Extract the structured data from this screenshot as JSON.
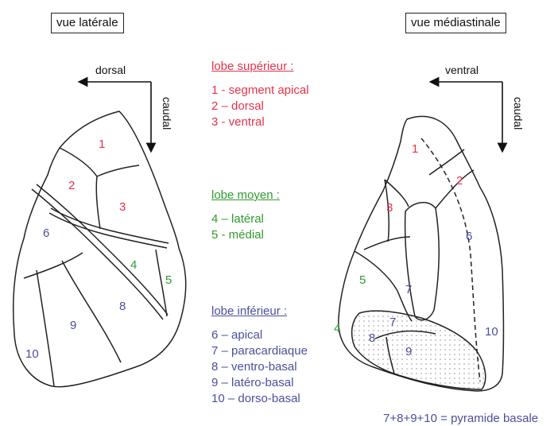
{
  "views": {
    "lateral": "vue latérale",
    "mediastinal": "vue médiastinale"
  },
  "axes": {
    "left": {
      "horizontal": "dorsal",
      "vertical": "caudal"
    },
    "right": {
      "horizontal": "ventral",
      "vertical": "caudal"
    }
  },
  "colors": {
    "superior": "#e8324a",
    "middle": "#2f9b2f",
    "inferior": "#4a4f9e"
  },
  "legend": {
    "superior": {
      "title": "lobe supérieur :",
      "items": [
        "1 - segment apical",
        "2 – dorsal",
        "3 - ventral"
      ]
    },
    "middle": {
      "title": "lobe moyen :",
      "items": [
        "4 – latéral",
        "5 - médial"
      ]
    },
    "inferior": {
      "title": "lobe inférieur :",
      "items": [
        "6 – apical",
        "7 – paracardiaque",
        "8 – ventro-basal",
        "9 – latéro-basal",
        "10 – dorso-basal"
      ]
    }
  },
  "segment_labels": {
    "left": [
      "1",
      "2",
      "3",
      "4",
      "5",
      "6",
      "8",
      "9",
      "10"
    ],
    "right": [
      "1",
      "2",
      "3",
      "5",
      "6",
      "7",
      "4",
      "7",
      "8",
      "9",
      "10"
    ]
  },
  "pyramid_note": "7+8+9+10 = pyramide basale"
}
